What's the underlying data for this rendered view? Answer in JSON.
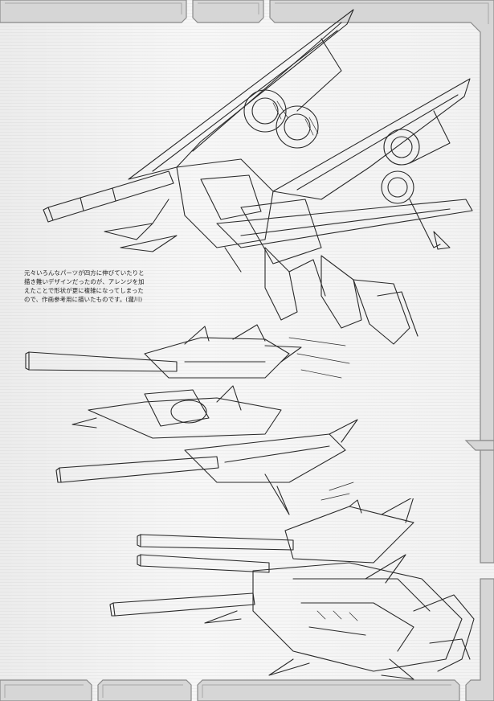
{
  "caption": {
    "lines": [
      "元々いろんなパーツが四方に伸びていたりと",
      "描き難いデザインだったのが、アレンジを加",
      "えたことで形状が更に複雑になってしまった",
      "ので、作画参考用に描いたものです。(瀧川)"
    ]
  },
  "colors": {
    "frame_fill": "#d7d7d7",
    "frame_stroke": "#8c8c8c",
    "line_art": "#2a2a2a",
    "background": "#f3f3f3"
  }
}
